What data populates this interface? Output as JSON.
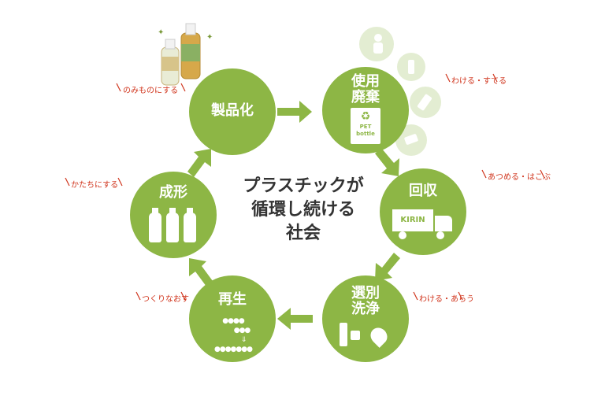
{
  "center": {
    "line1": "プラスチックが",
    "line2": "循環し続ける",
    "line3": "社会"
  },
  "nodes": {
    "product": {
      "label": "製品化"
    },
    "use": {
      "line1": "使用",
      "line2": "廃棄",
      "bin_text1": "PET",
      "bin_text2": "bottle"
    },
    "collect": {
      "label": "回収",
      "truck_text": "KIRIN"
    },
    "sort": {
      "line1": "選別",
      "line2": "洗浄"
    },
    "regen": {
      "label": "再生"
    },
    "mold": {
      "label": "成形"
    }
  },
  "tags": {
    "product": "のみものにする",
    "use": "わける・すてる",
    "collect": "あつめる・はこぶ",
    "sort": "わける・あらう",
    "regen": "つくりなおす",
    "mold": "かたちにする"
  },
  "colors": {
    "node": "#8db645",
    "arrow": "#8db645",
    "tag": "#d0341c",
    "text": "#333333"
  }
}
